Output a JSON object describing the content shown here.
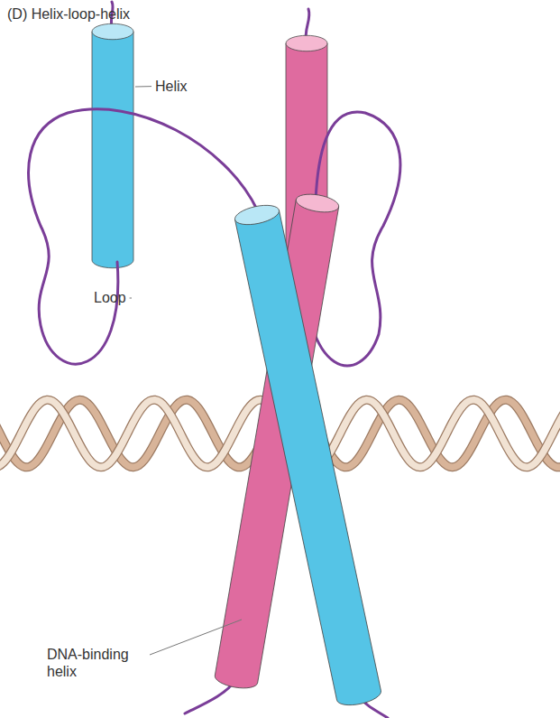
{
  "diagram": {
    "title": "(D) Helix-loop-helix",
    "labels": [
      "Helix",
      "Loop",
      "DNA-binding helix"
    ]
  }
}
